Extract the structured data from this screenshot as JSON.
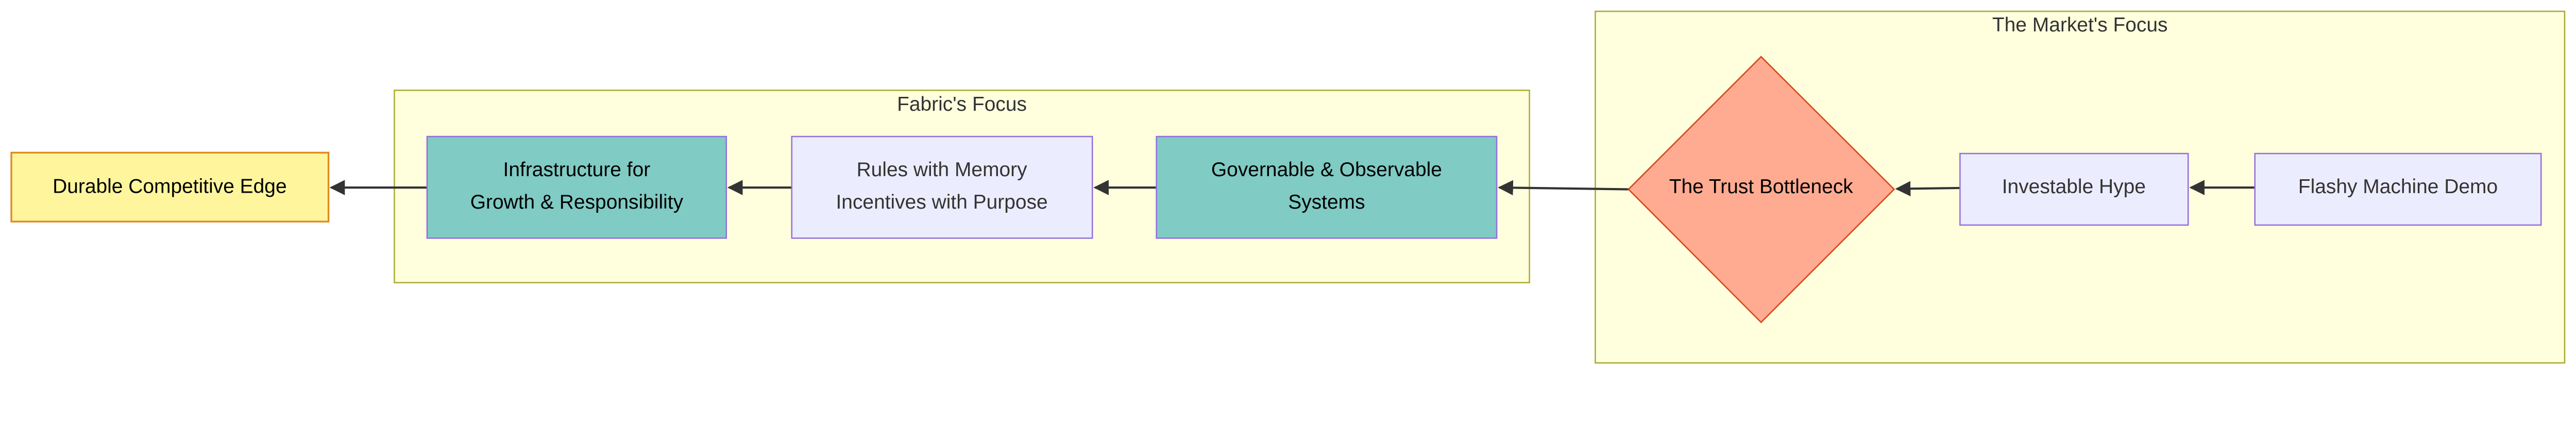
{
  "colors": {
    "subgraph_fill": "#ffffde",
    "subgraph_stroke": "#aaaa33",
    "teal_fill": "#80cbc4",
    "lavender_fill": "#ececff",
    "node_stroke": "#9370db",
    "goal_fill": "#fff59d",
    "goal_stroke": "#e08a1e",
    "diamond_fill": "#ffab91",
    "diamond_stroke": "#d84315",
    "edge": "#333333"
  },
  "subgraphs": {
    "fabric": {
      "title": "Fabric's Focus"
    },
    "market": {
      "title": "The Market's Focus"
    }
  },
  "nodes": {
    "goal": {
      "label": "Durable Competitive Edge"
    },
    "infrastructure": {
      "line1": "Infrastructure for",
      "line2": "Growth & Responsibility"
    },
    "rules": {
      "line1": "Rules with Memory",
      "line2": "Incentives with Purpose"
    },
    "governable": {
      "line1": "Governable & Observable",
      "line2": "Systems"
    },
    "trust": {
      "label": "The Trust Bottleneck"
    },
    "hype": {
      "label": "Investable Hype"
    },
    "demo": {
      "label": "Flashy Machine Demo"
    }
  },
  "edges": [
    {
      "from": "Flashy Machine Demo",
      "to": "Investable Hype"
    },
    {
      "from": "Investable Hype",
      "to": "The Trust Bottleneck"
    },
    {
      "from": "The Trust Bottleneck",
      "to": "Governable & Observable Systems"
    },
    {
      "from": "Governable & Observable Systems",
      "to": "Rules with Memory Incentives with Purpose"
    },
    {
      "from": "Rules with Memory Incentives with Purpose",
      "to": "Infrastructure for Growth & Responsibility"
    },
    {
      "from": "Infrastructure for Growth & Responsibility",
      "to": "Durable Competitive Edge"
    }
  ]
}
